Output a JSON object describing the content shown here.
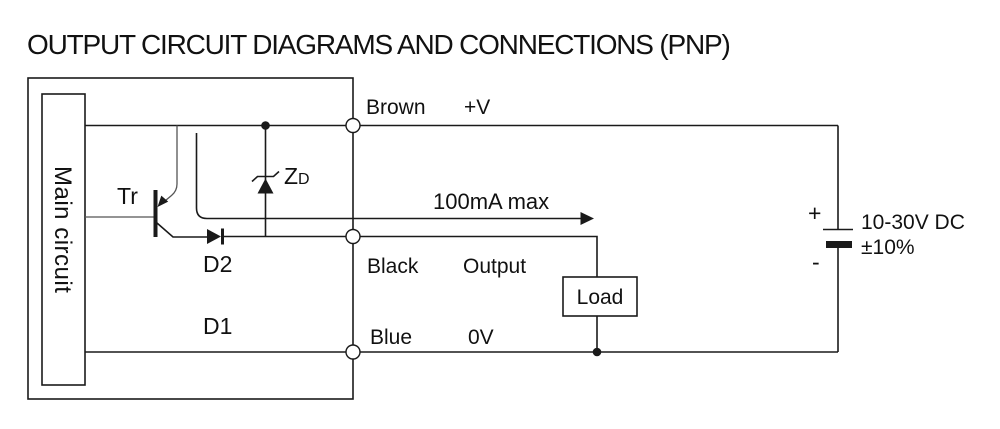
{
  "title": "OUTPUT CIRCUIT DIAGRAMS AND CONNECTIONS (PNP)",
  "main_circuit": {
    "label": "Main circuit"
  },
  "components": {
    "transistor_label": "Tr",
    "zener_label": "Z",
    "zener_label_sub": "D",
    "diode2_label": "D2",
    "diode1_label": "D1",
    "load_label": "Load"
  },
  "wires": {
    "brown": {
      "color": "Brown",
      "signal": "+V"
    },
    "black": {
      "color": "Black",
      "signal": "Output"
    },
    "blue": {
      "color": "Blue",
      "signal": "0V"
    }
  },
  "annotations": {
    "current_max": "100mA max"
  },
  "power_supply": {
    "plus": "+",
    "minus": "-",
    "voltage": "10-30V DC",
    "tolerance": "±10%"
  },
  "colors": {
    "line": "#1a1a1a",
    "dim_line": "#555555",
    "background": "#ffffff",
    "text": "#111111"
  }
}
